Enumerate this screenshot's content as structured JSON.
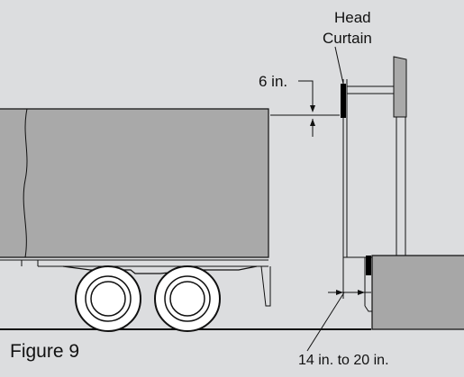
{
  "figure": {
    "caption": "Figure 9"
  },
  "labels": {
    "head_curtain_line1": "Head",
    "head_curtain_line2": "Curtain",
    "gap_dimension": "6 in.",
    "distance_dimension": "14 in. to 20 in."
  },
  "colors": {
    "background": "#dcdddf",
    "trailer_body": "#a9a9a9",
    "dock_block": "#a7a7a7",
    "line": "#111111",
    "tire": "#ffffff",
    "curtain": "#000000"
  }
}
